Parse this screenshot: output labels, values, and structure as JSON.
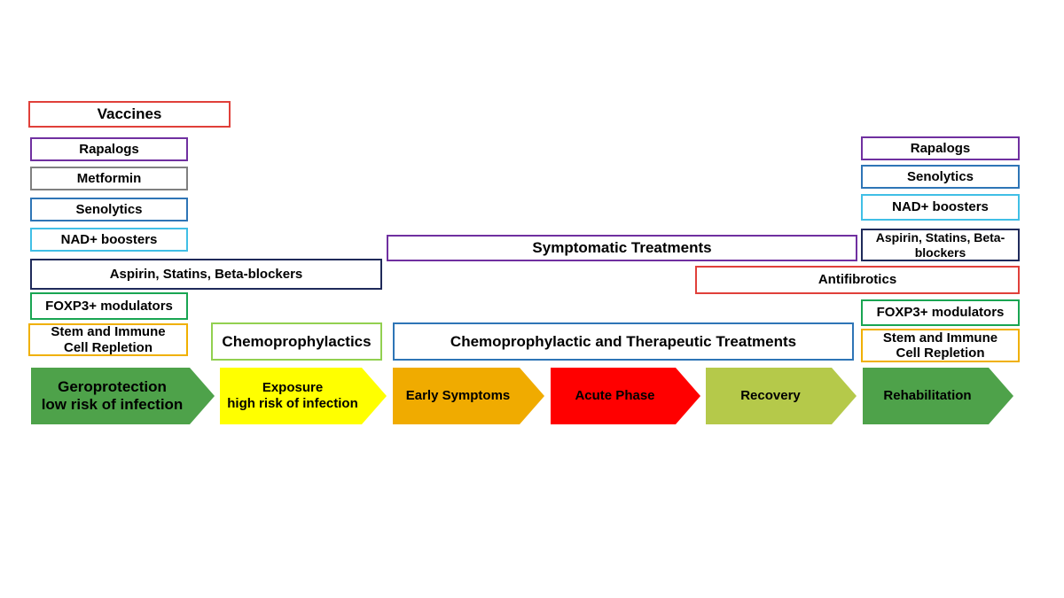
{
  "colors": {
    "red": "#e0403a",
    "purple": "#7030a0",
    "gray": "#808080",
    "blue": "#2e75b6",
    "lightblue": "#40bfe6",
    "navy": "#1f2a5a",
    "green": "#19a552",
    "orange": "#f0b000",
    "lightgreen": "#92d050"
  },
  "left": {
    "vaccines": "Vaccines",
    "rapalogs": "Rapalogs",
    "metformin": "Metformin",
    "senolytics": "Senolytics",
    "nad": "NAD+ boosters",
    "aspirin": "Aspirin, Statins, Beta-blockers",
    "foxp3": "FOXP3+ modulators",
    "stem": "Stem and Immune\nCell Repletion"
  },
  "middle": {
    "chemoprophylactics": "Chemoprophylactics",
    "symptomatic": "Symptomatic Treatments",
    "chemo_therapeutic": "Chemoprophylactic and Therapeutic Treatments",
    "antifibrotics": "Antifibrotics"
  },
  "right": {
    "rapalogs": "Rapalogs",
    "senolytics": "Senolytics",
    "nad": "NAD+ boosters",
    "aspirin": "Aspirin, Statins, Beta-\nblockers",
    "foxp3": "FOXP3+ modulators",
    "stem": "Stem and Immune\nCell Repletion"
  },
  "stages": [
    {
      "label": "Geroprotection\nlow risk of infection",
      "color": "#4ea24a"
    },
    {
      "label": "Exposure\nhigh risk of infection",
      "color": "#ffff00"
    },
    {
      "label": "Early Symptoms",
      "color": "#f0ab00"
    },
    {
      "label": "Acute Phase",
      "color": "#ff0000"
    },
    {
      "label": "Recovery",
      "color": "#b5c94a"
    },
    {
      "label": "Rehabilitation",
      "color": "#4ea24a"
    }
  ]
}
